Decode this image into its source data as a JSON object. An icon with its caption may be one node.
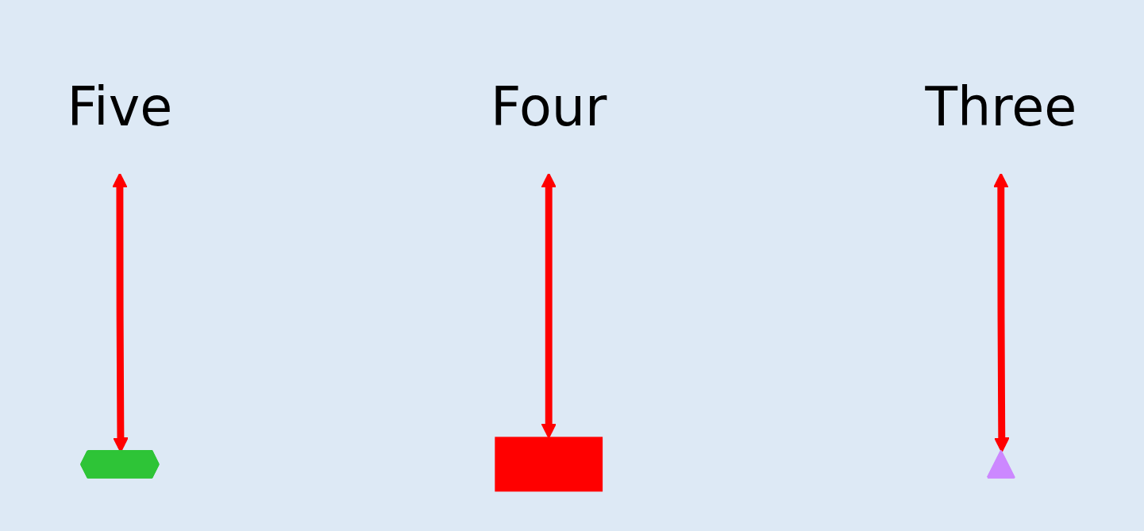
{
  "diagram": {
    "nodes": [
      {
        "text": [
          "Five"
        ]
      },
      {
        "text": [
          "Four"
        ]
      },
      {
        "text": [
          "Three"
        ]
      },
      {
        "text": [],
        "shape": "triangle"
      },
      {
        "text": [],
        "shape": "pentagon"
      },
      {
        "text": [],
        "shape": "box"
      }
    ],
    "edges": [
      {
        "from": 0,
        "to": 4,
        "arrow": "both"
      },
      {
        "from": 1,
        "to": 5,
        "arrow": "both"
      },
      {
        "from": 2,
        "to": 3,
        "arrow": "both"
      }
    ]
  }
}
